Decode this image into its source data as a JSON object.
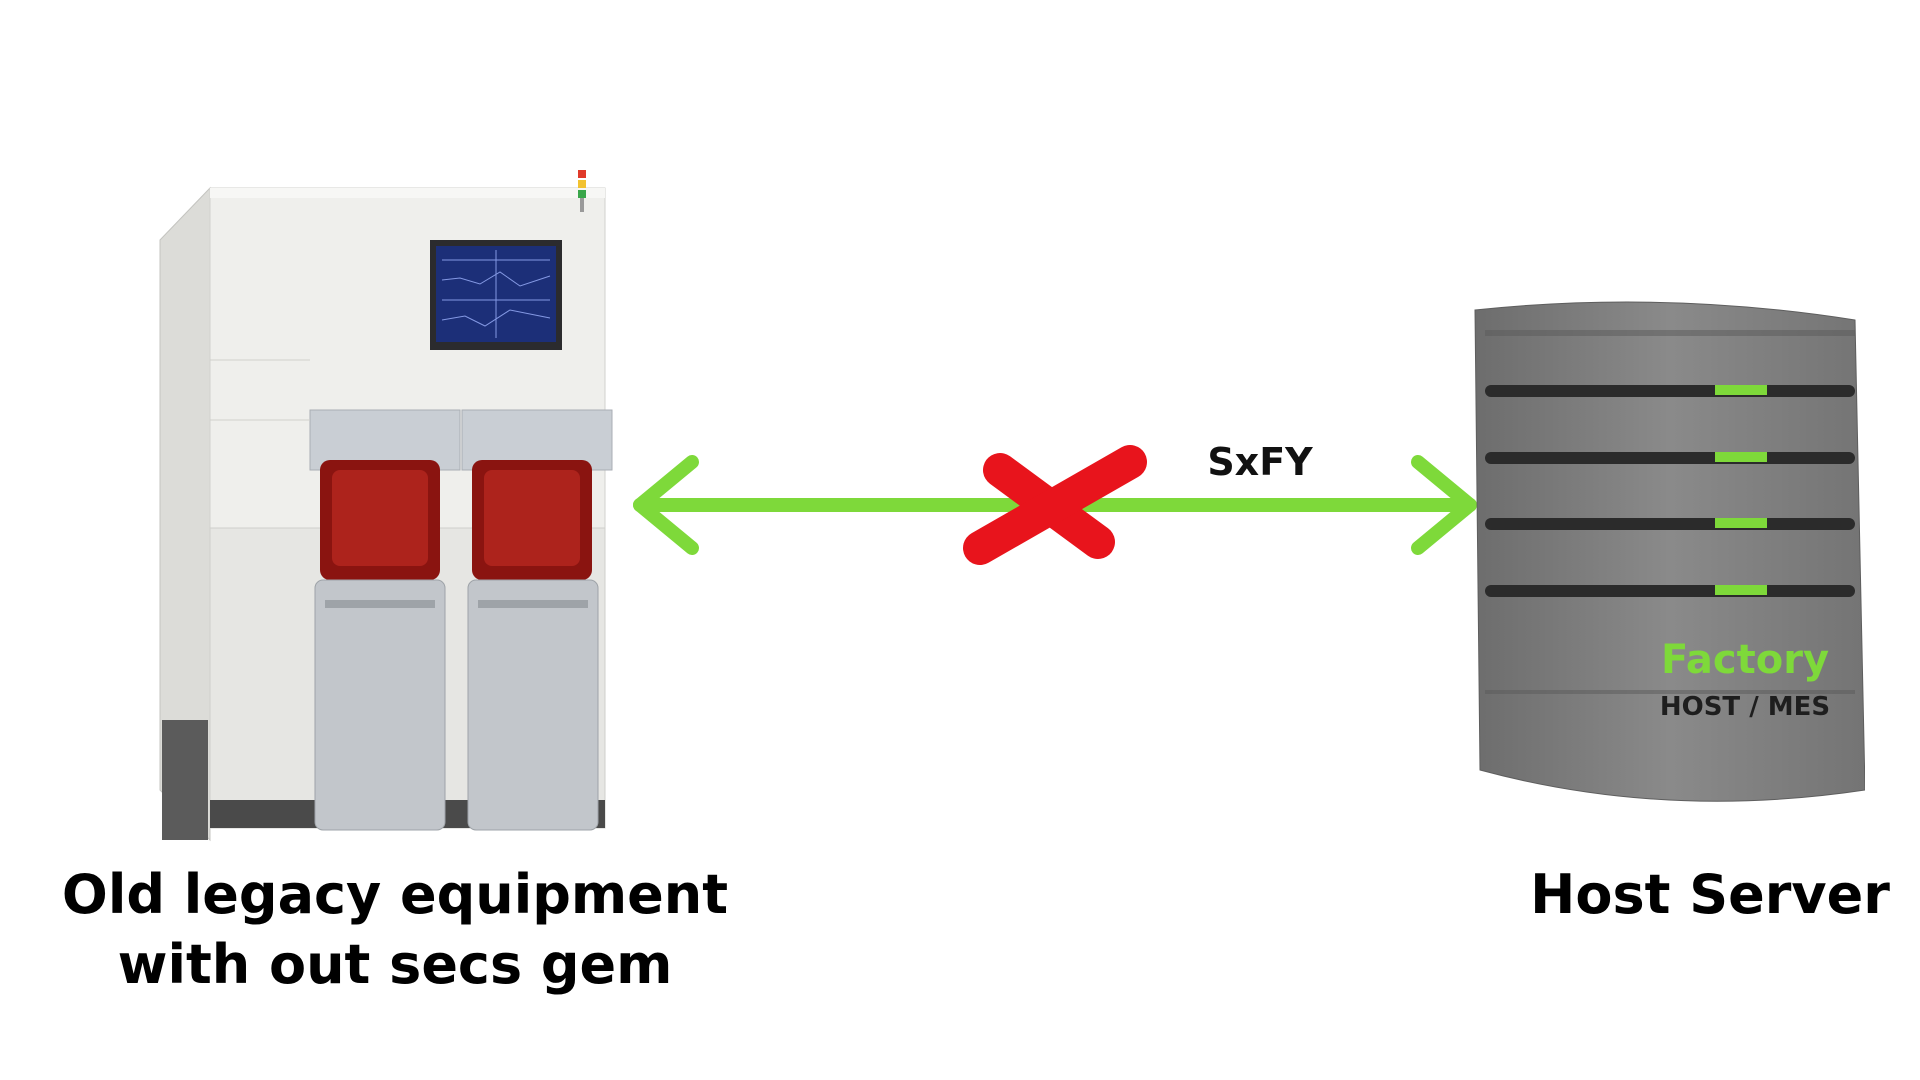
{
  "equipment": {
    "caption": "Old legacy equipment with out secs gem",
    "icon": "legacy-equipment-icon"
  },
  "server": {
    "caption": "Host Server",
    "label_brand": "Factory",
    "label_sub": "HOST / MES",
    "icon": "server-tower-icon"
  },
  "link": {
    "label": "SxFY",
    "status": "broken",
    "colors": {
      "arrow": "#7ed93a",
      "cross": "#e8141c",
      "server_led": "#7ed93a"
    }
  }
}
